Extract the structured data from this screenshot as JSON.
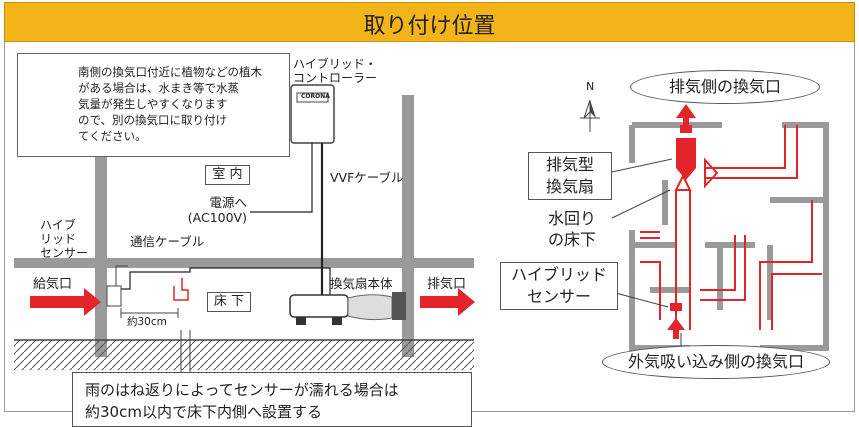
{
  "header": {
    "title": "取り付け位置"
  },
  "warning": {
    "lines": [
      "南側の換気口付近に植物などの植木",
      "がある場合は、水まき等で水蒸",
      "気量が発生しやすくなります",
      "ので、別の換気口に取り付け",
      "てください。"
    ]
  },
  "left_diagram": {
    "controller_label": [
      "ハイブリッド・",
      "コントローラー"
    ],
    "controller_brand": "CORONA",
    "room_label": "室 内",
    "power_label": [
      "電源へ",
      "(AC100V)"
    ],
    "vvf_label": "VVFケーブル",
    "sensor_label": [
      "ハイブ",
      "リッド",
      "センサー"
    ],
    "comm_cable_label": "通信ケーブル",
    "intake_label": "給気口",
    "distance_label": "約30cm",
    "underfloor_label": "床 下",
    "fan_label": "換気扇本体",
    "exhaust_label": "排気口"
  },
  "callout": {
    "lines": [
      "雨のはね返りによってセンサーが濡れる場合は",
      "約30cm以内で床下内側へ設置する"
    ]
  },
  "right_diagram": {
    "compass": "N",
    "exhaust_vent_label": "排気側の換気口",
    "fan_type_label": [
      "排気型",
      "換気扇"
    ],
    "wet_area_label": [
      "水回り",
      "の床下"
    ],
    "sensor_label": [
      "ハイブリッド",
      "センサー"
    ],
    "intake_vent_label": "外気吸い込み側の換気口"
  },
  "colors": {
    "header": "#f3b419",
    "arrow": "#e3242b",
    "wall": "#9a9a9a",
    "warning": "#e3242b"
  }
}
